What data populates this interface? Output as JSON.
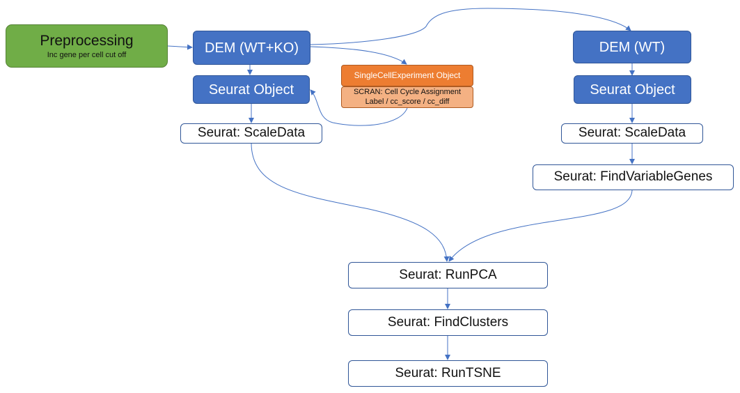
{
  "nodes": {
    "preprocessing": {
      "title": "Preprocessing",
      "subtitle": "Inc gene per cell cut off"
    },
    "dem_wt_ko": "DEM (WT+KO)",
    "dem_wt": "DEM (WT)",
    "seurat_object_left": "Seurat Object",
    "seurat_object_right": "Seurat Object",
    "single_cell_experiment": "SingleCellExperiment Object",
    "scran": {
      "line1": "SCRAN: Cell Cycle Assignment",
      "line2": "Label / cc_score / cc_diff"
    },
    "scaledata_left": "Seurat: ScaleData",
    "scaledata_right": "Seurat: ScaleData",
    "find_variable_genes": "Seurat: FindVariableGenes",
    "runpca": "Seurat: RunPCA",
    "find_clusters": "Seurat: FindClusters",
    "runtsne": "Seurat: RunTSNE"
  },
  "colors": {
    "green": "#70ad47",
    "blue": "#4472c4",
    "orange": "#ed7d31",
    "peach": "#f4b183",
    "arrow": "#4472c4"
  }
}
